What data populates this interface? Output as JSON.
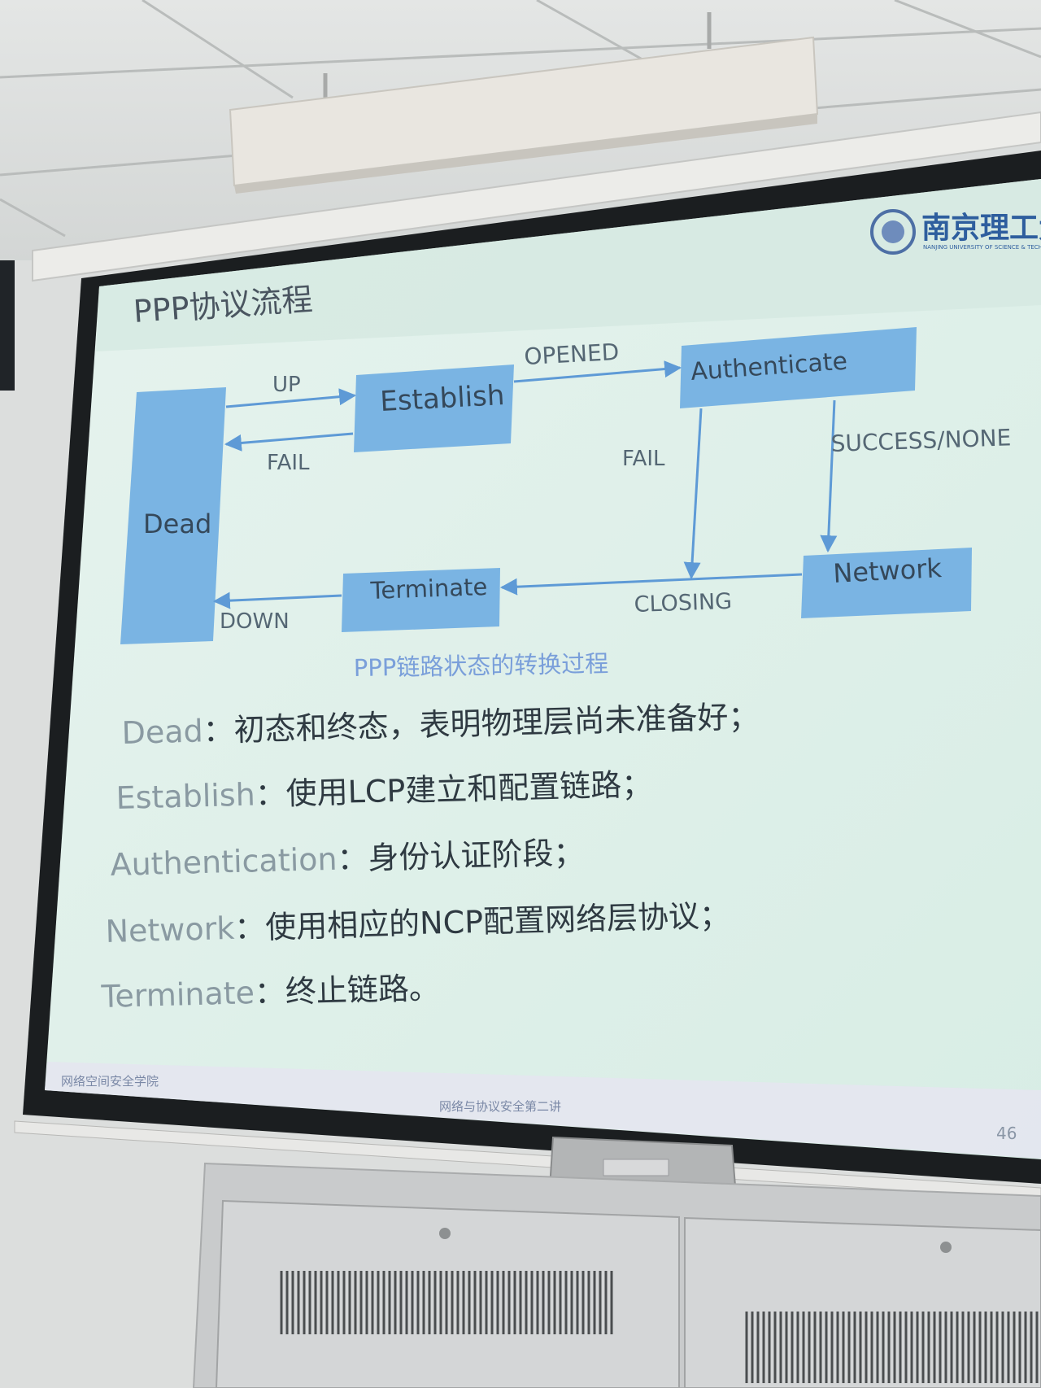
{
  "slide": {
    "title": "PPP协议流程",
    "logo_text": "南京理工大",
    "logo_subtext": "NANJING UNIVERSITY OF SCIENCE & TECH",
    "caption": "PPP链路状态的转换过程",
    "footer_left": "网络空间安全学院",
    "footer_center": "网络与协议安全第二讲",
    "page_number": "46"
  },
  "diagram": {
    "states": {
      "dead": "Dead",
      "establish": "Establish",
      "authenticate": "Authenticate",
      "network": "Network",
      "terminate": "Terminate"
    },
    "transitions": {
      "up": "UP",
      "fail_establish": "FAIL",
      "opened": "OPENED",
      "fail_authenticate": "FAIL",
      "success": "SUCCESS/NONE",
      "closing": "CLOSING",
      "down": "DOWN"
    }
  },
  "definitions": [
    {
      "term": "Dead",
      "desc": "：初态和终态，表明物理层尚未准备好；"
    },
    {
      "term": "Establish",
      "desc": "：使用LCP建立和配置链路；"
    },
    {
      "term": "Authentication",
      "desc": "：身份认证阶段；"
    },
    {
      "term": "Network",
      "desc": "：使用相应的NCP配置网络层协议；"
    },
    {
      "term": "Terminate",
      "desc": "：终止链路。"
    }
  ],
  "colors": {
    "slide_bg": "#dff0ea",
    "state_box": "#7ab4e3",
    "state_text": "#35485a",
    "arrow": "#5e9ad6",
    "label_text": "#556774",
    "title_text": "#4a5560",
    "caption_text": "#7a9fda",
    "term_text": "#8a9aa2",
    "desc_text": "#2f3a42"
  }
}
